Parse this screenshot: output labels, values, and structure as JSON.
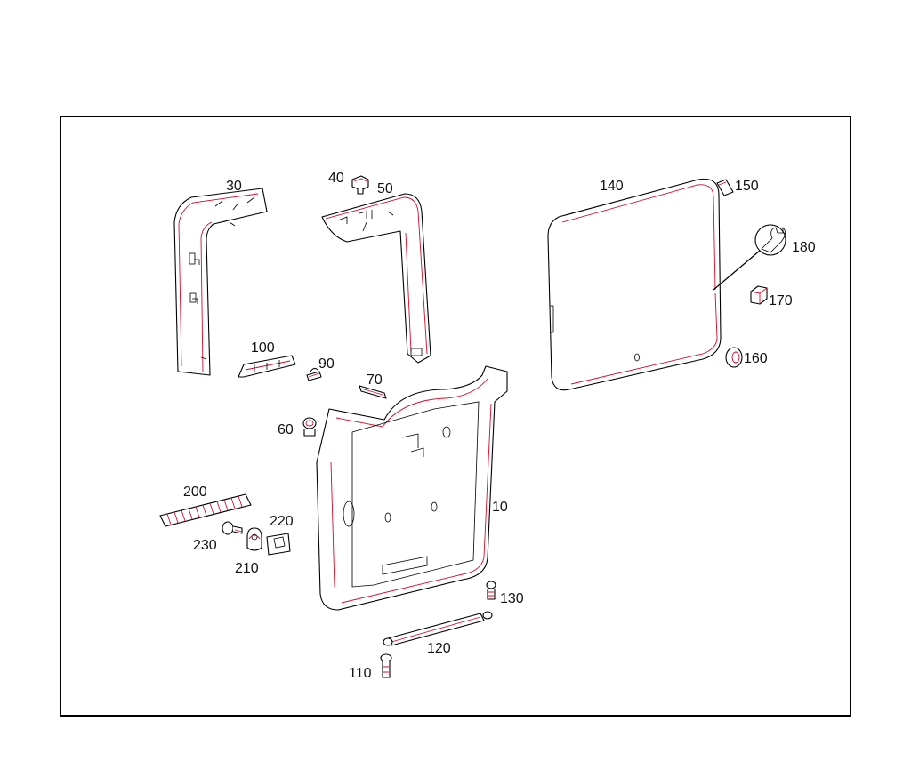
{
  "callouts": {
    "p10": "10",
    "p30": "30",
    "p40": "40",
    "p50": "50",
    "p60": "60",
    "p70": "70",
    "p90": "90",
    "p100": "100",
    "p110": "110",
    "p120": "120",
    "p130": "130",
    "p140": "140",
    "p150": "150",
    "p160": "160",
    "p170": "170",
    "p180": "180",
    "p200": "200",
    "p210": "210",
    "p220": "220",
    "p230": "230"
  },
  "icons": {
    "wrench": "wrench-icon"
  },
  "colors": {
    "line": "#000000",
    "accent_line": "#c8102e",
    "background": "#ffffff"
  }
}
